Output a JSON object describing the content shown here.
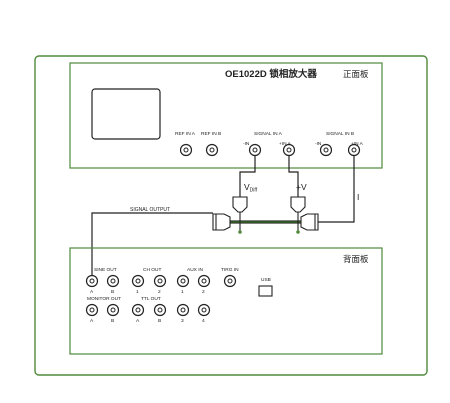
{
  "colors": {
    "panel_stroke": "#4f8a3c",
    "line": "#222222",
    "green": "#4f8a3c"
  },
  "front_panel": {
    "model_title": "OE1022D 锁相放大器",
    "panel_name": "正面板",
    "ref_in_a": "REF IN A",
    "ref_in_b": "REF IN B",
    "signal_in_a": "SIGNAL IN A",
    "signal_in_b": "SIGNAL IN B",
    "minus_in": "-IN",
    "plus_in_a": "+IN A",
    "plus_in_b": "+IN A"
  },
  "wiring": {
    "v_label": "V",
    "v_sub": "Diff",
    "plus_v_label": "+V",
    "i_label": "I",
    "signal_output": "SIGNAL OUTPUT"
  },
  "rear_panel": {
    "panel_name": "背面板",
    "sine_out": "SINE OUT",
    "ch_out": "CH OUT",
    "aux_in": "AUX IN",
    "tirg_in": "TIRG IN",
    "usb": "USB",
    "monitor_out": "MONITOR OUT",
    "ttl_out": "TTL OUT",
    "row1_sub": [
      "A",
      "B",
      "1",
      "2",
      "1",
      "2"
    ],
    "row2_sub": [
      "A",
      "B",
      "A",
      "B",
      "3",
      "4"
    ]
  }
}
